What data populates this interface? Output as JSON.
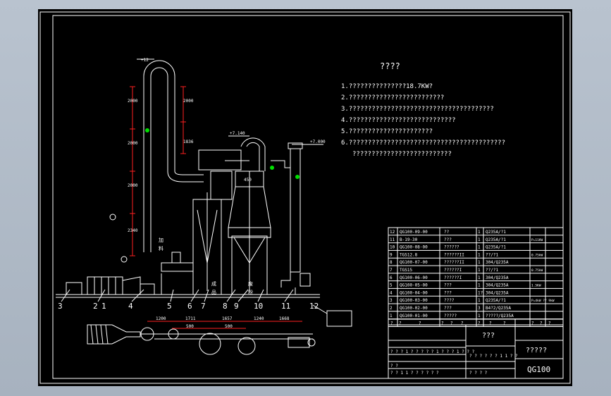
{
  "drawing": {
    "title": "????",
    "code": "QG100",
    "notes": [
      "1.???????????????18.7KW?",
      "2.?????????????????????????",
      "3.??????????????????????????????????????",
      "4.????????????????????????????",
      "5.??????????????????????",
      "6.?????????????????????????????????????????",
      "??????????????????????????"
    ],
    "colors": {
      "line": "#ffffff",
      "dimension": "#ff2020",
      "accent": "#00e000"
    }
  },
  "annotations": {
    "elev_top": "+12",
    "elev_mid": "+7.140",
    "elev_right": "+7.000",
    "dim_2000a": "2000",
    "dim_2000b": "2000",
    "dim_2000c": "2000",
    "dim_2340": "2340",
    "dim_2000d": "2000",
    "dim_1836": "1836",
    "dim_450": "450",
    "vert_a": "加",
    "vert_b": "料",
    "vert_c": "成",
    "vert_d": "品",
    "vert_e": "废",
    "vert_f": "粉",
    "plan_dims": [
      "1200",
      "1711",
      "500",
      "1657",
      "500",
      "1240",
      "1668"
    ]
  },
  "callouts": [
    "3",
    "2",
    "1",
    "4",
    "5",
    "6",
    "7",
    "8",
    "9",
    "10",
    "11",
    "12"
  ],
  "bom": [
    {
      "no": "12",
      "code": "QG100-09-00",
      "name": "??",
      "qty": "1",
      "mat": "Q235A/?1",
      "note": ""
    },
    {
      "no": "11",
      "code": "B-19-30",
      "name": "???",
      "qty": "1",
      "mat": "Q235A/?1",
      "note": "P=11KW"
    },
    {
      "no": "10",
      "code": "QG100-08-00",
      "name": "??????",
      "qty": "1",
      "mat": "Q235A/?1",
      "note": ""
    },
    {
      "no": "9",
      "code": "TGS12.8",
      "name": "??????II",
      "qty": "1",
      "mat": "??/?1",
      "note": "0.75kW"
    },
    {
      "no": "8",
      "code": "QG100-07-00",
      "name": "??????II",
      "qty": "1",
      "mat": "304/Q235A",
      "note": ""
    },
    {
      "no": "7",
      "code": "TGS15",
      "name": "??????I",
      "qty": "1",
      "mat": "??/?1",
      "note": "0.75kW"
    },
    {
      "no": "6",
      "code": "QG100-06-00",
      "name": "??????I",
      "qty": "1",
      "mat": "304/Q235A",
      "note": ""
    },
    {
      "no": "5",
      "code": "QG100-05-00",
      "name": "???",
      "qty": "1",
      "mat": "304/Q235A",
      "note": "1.5KW"
    },
    {
      "no": "4",
      "code": "QG100-04-00",
      "name": "???",
      "qty": "1?",
      "mat": "304/Q235A",
      "note": ""
    },
    {
      "no": "3",
      "code": "QG100-03-00",
      "name": "????",
      "qty": "1",
      "mat": "Q235A/?1",
      "note": "P=4kW ?? 9kW"
    },
    {
      "no": "2",
      "code": "QG100-02-00",
      "name": "???",
      "qty": "3",
      "mat": "B4?2/Q235A",
      "note": ""
    },
    {
      "no": "1",
      "code": "QG100-01-00",
      "name": "?????",
      "qty": "1",
      "mat": "?????/Q235A",
      "note": ""
    }
  ],
  "bom_header": [
    "?",
    "?",
    "?",
    "?",
    "?",
    "?",
    "?",
    "?",
    "?",
    "?",
    "?",
    "?"
  ],
  "title_block": {
    "name_cell": "???",
    "org_cell": "?????",
    "code_cell": "QG100",
    "r1": "? ? ? 1  ? ? ? ? ? 1  ? ? ? 1  ? ? ?",
    "r2": "? ?           ? ? ? ?  1 1  ? ?",
    "r3": "? ?",
    "r4": "? ?  1 1      ? ?   ? ?   ? ?",
    "r5": "?  ?  ?  ?"
  }
}
